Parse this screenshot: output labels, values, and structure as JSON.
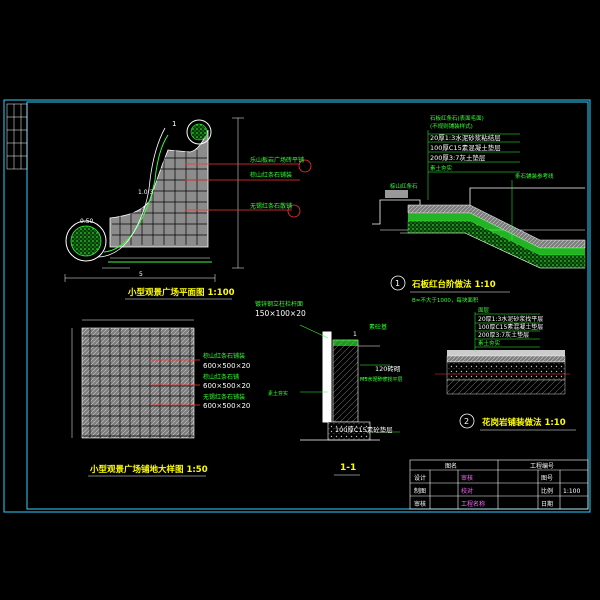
{
  "drawing": {
    "colors": {
      "background": "#000000",
      "frame": "#2fd0ff",
      "line": "#ffffff",
      "text": "#ffffff",
      "annotation": "#33ff33",
      "highlight": "#ff3333",
      "accent": "#ff66ff",
      "fill": "#9a9a9a",
      "yellow": "#ffff00"
    },
    "plaza_plan": {
      "title": "小型观景广场平面图  1:100",
      "callouts": [
        "乐山板岩广场砖平铺",
        "棕山红条石铺装",
        "无锡红条石散铺"
      ],
      "dims": [
        "1",
        "0.50",
        "1.0/3",
        "5"
      ]
    },
    "paving_detail": {
      "title": "小型观景广场铺地大样图  1:50",
      "callouts": [
        "棕山红条石铺装",
        "600×500×20",
        "棕山红条石铺",
        "600×500×20",
        "无锡红条石铺装",
        "600×500×20"
      ]
    },
    "section_1_1": {
      "title": "1-1",
      "labels": [
        "镀锌钢立柱栏杆面",
        "150×100×20",
        "素砼基",
        "120砖砌",
        "M5水泥砂浆找平层",
        "100厚C15素砼垫层",
        "素土夯实"
      ],
      "dims": [
        "1"
      ]
    },
    "curb_detail": {
      "title": "石板红台阶做法  1:10",
      "number": "1",
      "layers": [
        "石板红条石(表面毛面)",
        "(不规则铺装样式)",
        "20厚1:3水泥砂浆粘结层",
        "100厚C15素混凝土垫层",
        "200厚3:7灰土垫层",
        "素土夯实"
      ],
      "notes": [
        "棕山红条石",
        "条石铺装参考线",
        "B=不大于1000，每块面积"
      ]
    },
    "granite_detail": {
      "title": "花岗岩铺装做法  1:10",
      "number": "2",
      "layers": [
        "面层",
        "20厚1:3水泥砂浆找平层",
        "100厚C15素混凝土垫层",
        "200厚3:7灰土垫层",
        "素土夯实"
      ]
    },
    "title_block": {
      "cells": [
        [
          "设计",
          "",
          "审核",
          ""
        ],
        [
          "制图",
          "",
          "校对",
          ""
        ],
        [
          "审核",
          "",
          "工程名称",
          ""
        ]
      ],
      "header_left": "图名",
      "header_right": "工程编号",
      "right_col": [
        "图号",
        "比例",
        "日期",
        "1:100"
      ]
    }
  }
}
